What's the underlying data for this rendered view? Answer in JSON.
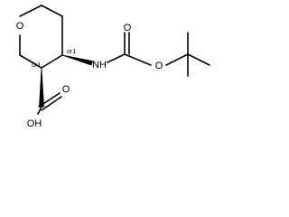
{
  "atoms": {
    "ring_oxygen": "O",
    "amide_nitrogen": "NH",
    "carbamate_oxygen_double": "O",
    "carbamate_oxygen_ester": "O",
    "acid_oxygen_double": "O",
    "acid_hydroxyl": "OH"
  },
  "stereo_labels": {
    "c4": "or1",
    "c3": "or1"
  }
}
